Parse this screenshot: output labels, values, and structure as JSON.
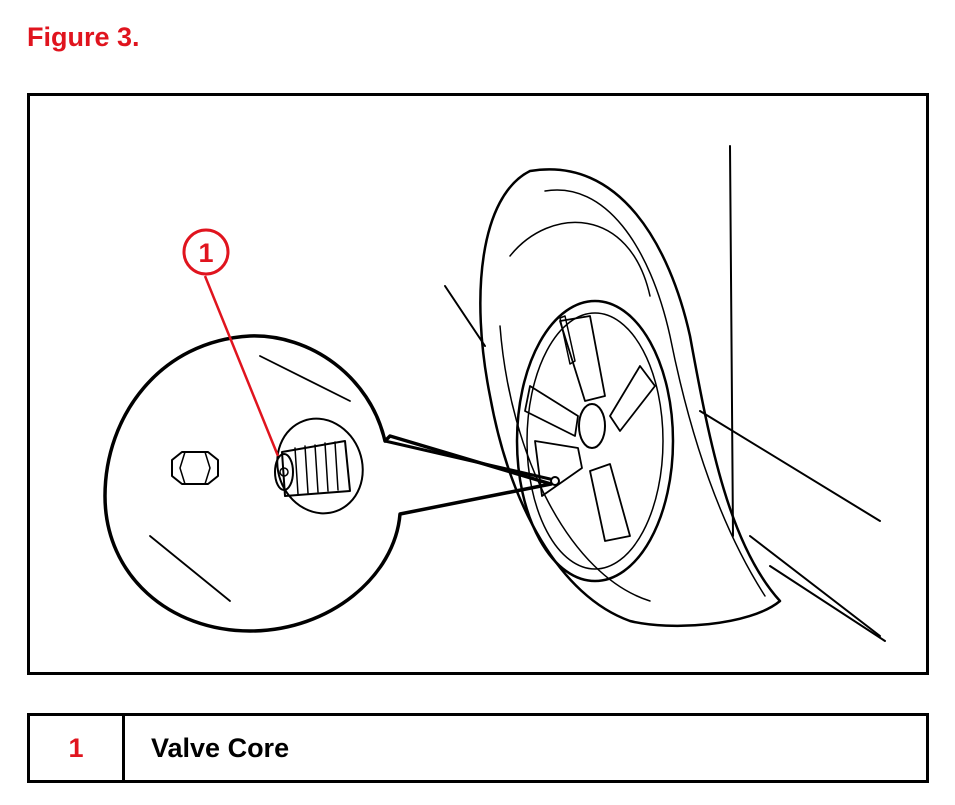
{
  "figure": {
    "title": "Figure 3."
  },
  "callouts": [
    {
      "number": "1"
    }
  ],
  "legend": [
    {
      "number": "1",
      "label": "Valve Core"
    }
  ],
  "colors": {
    "accent": "#e0141e",
    "line": "#000000",
    "background": "#ffffff"
  },
  "icons": [
    "tire-valve-illustration",
    "wheel-rim-illustration",
    "valve-cap-icon"
  ]
}
